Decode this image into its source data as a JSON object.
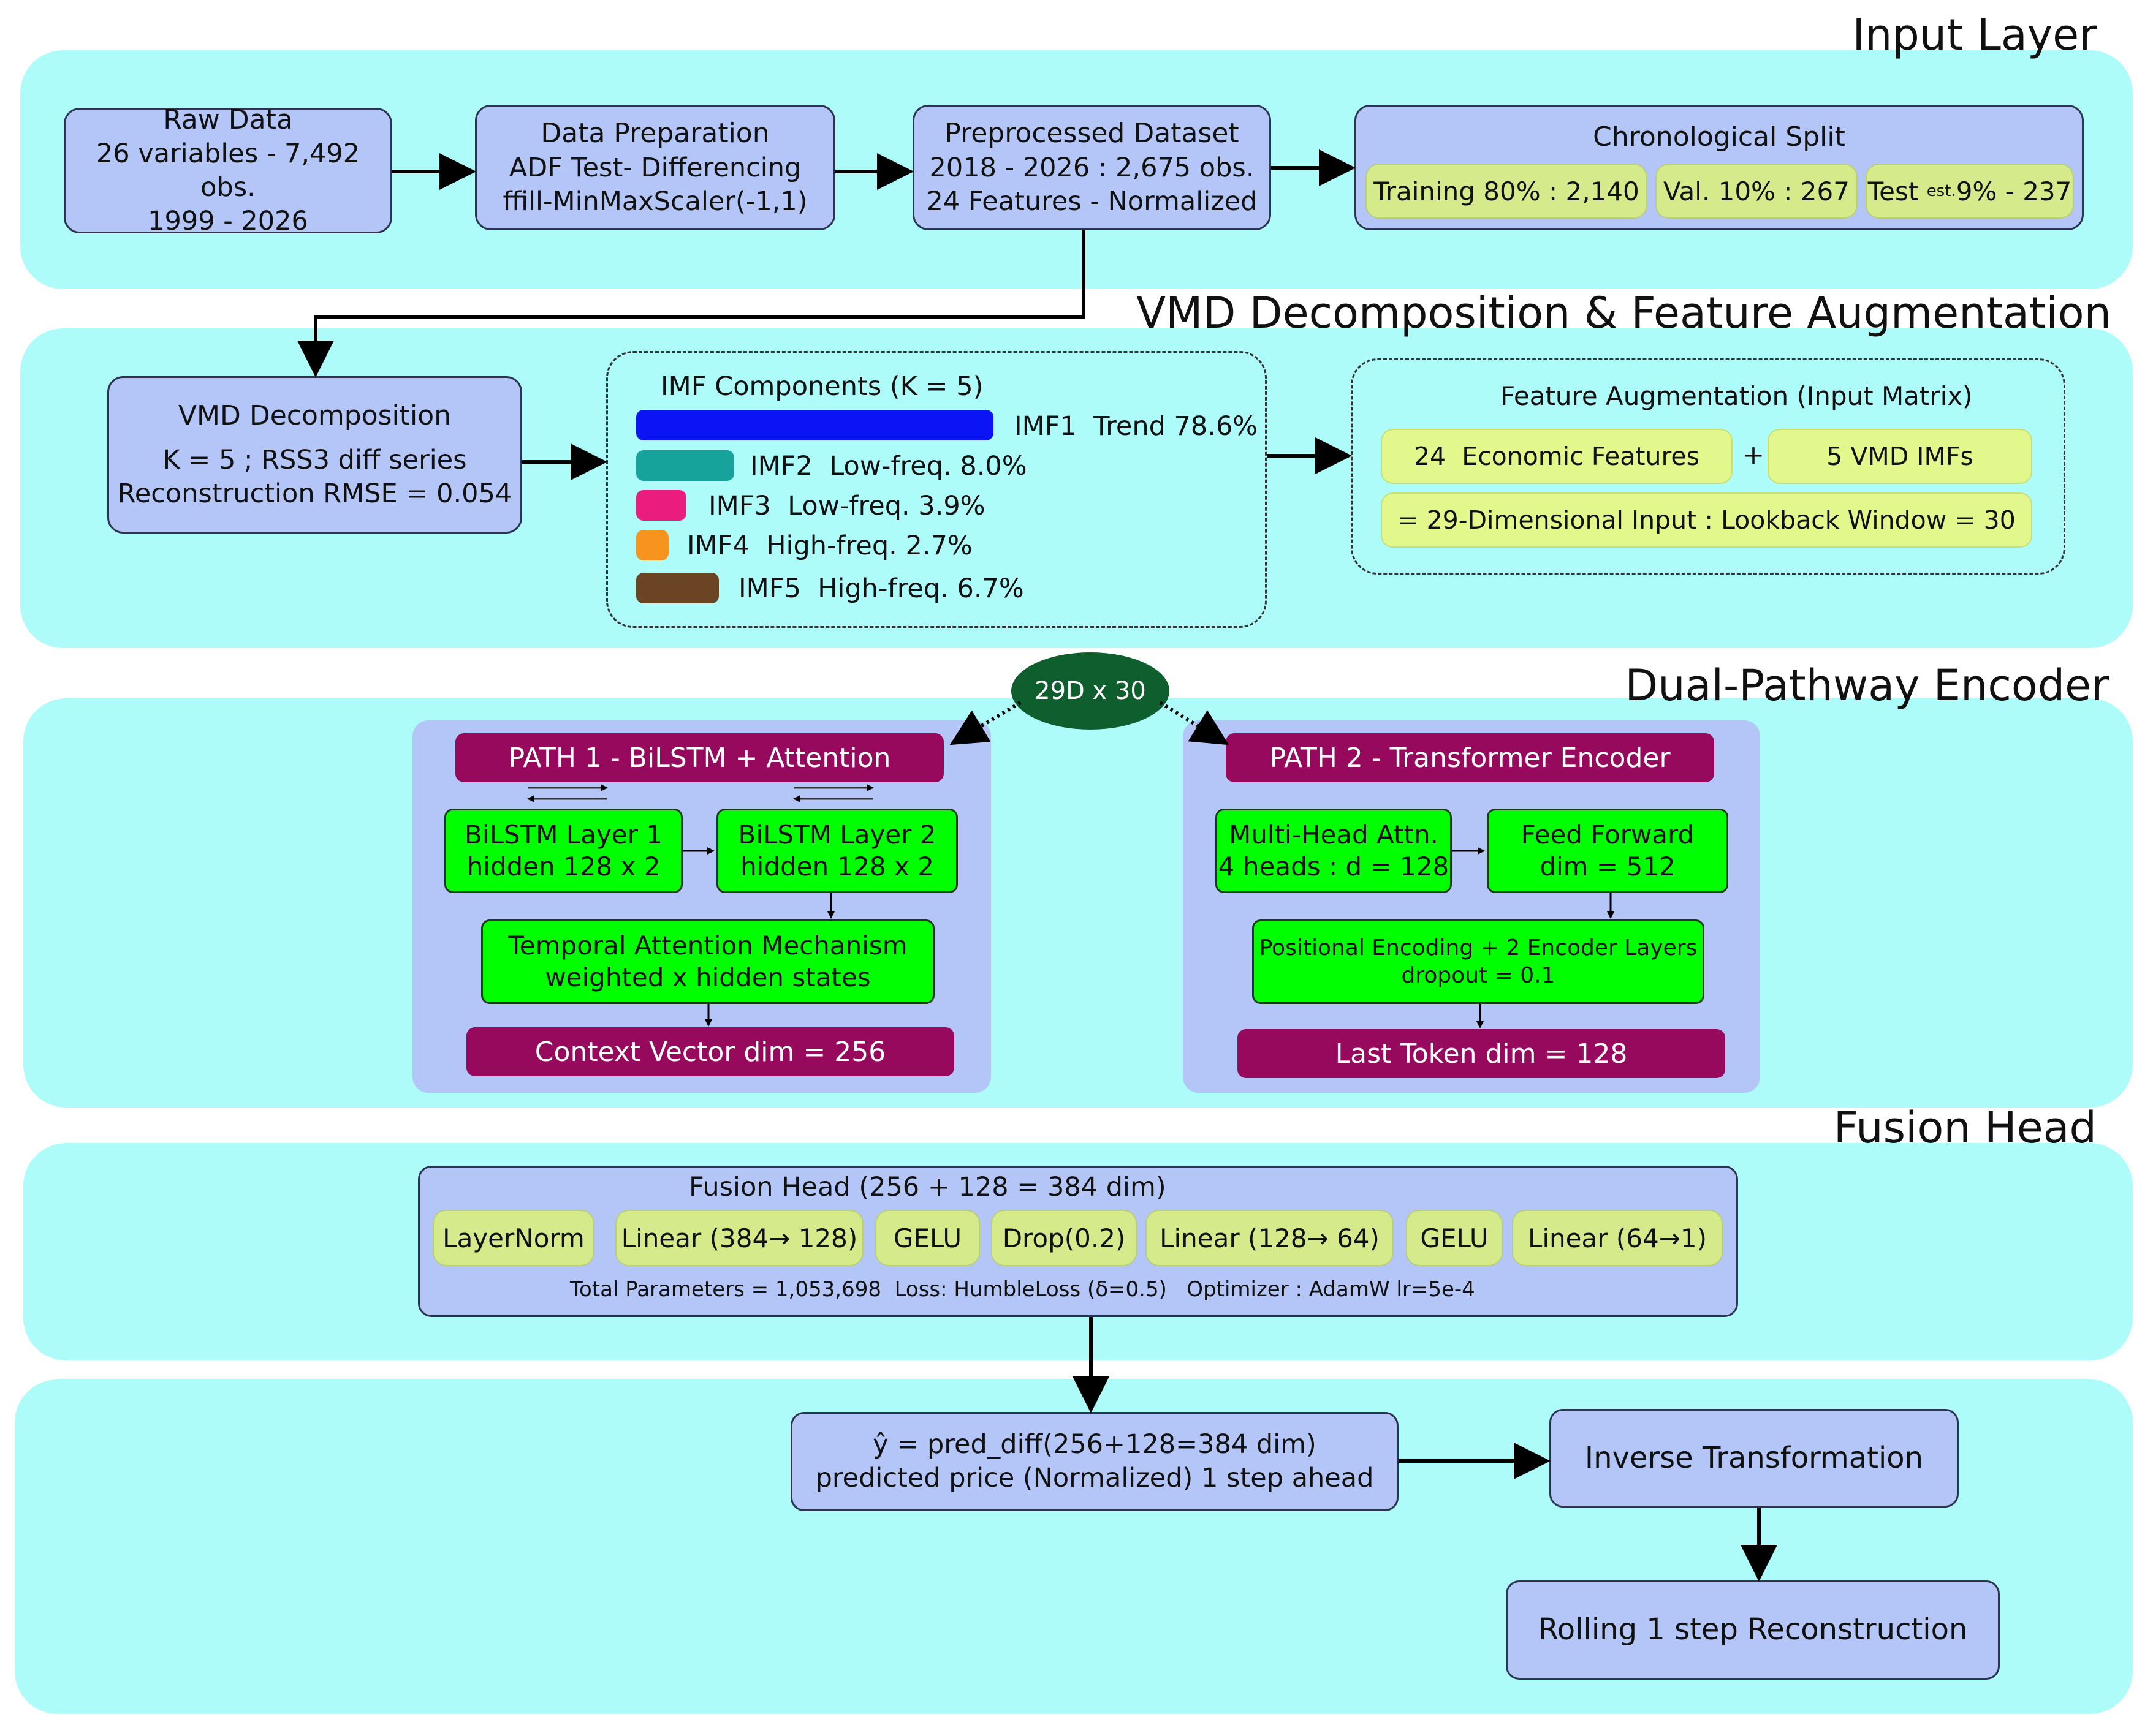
{
  "sections": {
    "input": "Input Layer",
    "vmd": "VMD Decomposition & Feature Augmentation",
    "encoder": "Dual-Pathway Encoder",
    "fusion": "Fusion Head"
  },
  "input_layer": {
    "raw_data": {
      "title": "Raw Data",
      "line1": "26 variables - 7,492 obs.",
      "line2": "1999 - 2026"
    },
    "data_prep": {
      "title": "Data Preparation",
      "line1": "ADF Test- Differencing",
      "line2": "ffill-MinMaxScaler(-1,1)"
    },
    "preprocessed": {
      "title": "Preprocessed Dataset",
      "line1": "2018 - 2026 : 2,675 obs.",
      "line2": "24 Features - Normalized"
    },
    "split": {
      "title": "Chronological Split",
      "training": "Training 80% : 2,140",
      "val": "Val. 10% : 267",
      "test_prefix": "Test ",
      "test_sub": "est.",
      "test_suffix": "9% - 237"
    }
  },
  "vmd_layer": {
    "decomposition": {
      "title": "VMD Decomposition",
      "line1": "K = 5 ; RSS3 diff series",
      "line2": "Reconstruction RMSE = 0.054"
    },
    "imf_title": "IMF Components (K = 5)",
    "imfs": [
      {
        "label": "IMF1  Trend 78.6%",
        "color": "#0a14f5"
      },
      {
        "label": "IMF2  Low-freq. 8.0%",
        "color": "#16a39b"
      },
      {
        "label": "IMF3  Low-freq. 3.9%",
        "color": "#ea1c7d"
      },
      {
        "label": "IMF4  High-freq. 2.7%",
        "color": "#f7941d"
      },
      {
        "label": "IMF5  High-freq. 6.7%",
        "color": "#6b4423"
      }
    ],
    "augmentation": {
      "title": "Feature Augmentation (Input Matrix)",
      "econ": "24  Economic Features",
      "plus": "+",
      "vmd": "5 VMD IMFs",
      "result": "= 29-Dimensional Input : Lookback Window = 30"
    }
  },
  "encoder_layer": {
    "input_node": "29D x 30",
    "path1": {
      "header": "PATH 1 - BiLSTM + Attention",
      "bilstm1": {
        "line1": "BiLSTM Layer 1",
        "line2": "hidden 128 x 2"
      },
      "bilstm2": {
        "line1": "BiLSTM Layer 2",
        "line2": "hidden 128 x 2"
      },
      "attention": {
        "line1": "Temporal Attention Mechanism",
        "line2": "weighted x hidden states"
      },
      "output": "Context Vector dim = 256"
    },
    "path2": {
      "header": "PATH 2 - Transformer Encoder",
      "mha": {
        "line1": "Multi-Head Attn.",
        "line2": "4 heads : d = 128"
      },
      "ff": {
        "line1": "Feed Forward",
        "line2": "dim = 512"
      },
      "pos": {
        "line1": "Positional Encoding + 2 Encoder Layers",
        "line2": "dropout = 0.1"
      },
      "output": "Last Token dim = 128"
    }
  },
  "fusion_layer": {
    "title": "Fusion Head (256 + 128 = 384 dim)",
    "ops": [
      "LayerNorm",
      "Linear (384→ 128)",
      "GELU",
      "Drop(0.2)",
      "Linear (128→ 64)",
      "GELU",
      "Linear (64→1)"
    ],
    "footer": "Total Parameters = 1,053,698  Loss: HumbleLoss (δ=0.5)   Optimizer : AdamW lr=5e-4"
  },
  "output_layer": {
    "prediction": {
      "line1": "ŷ = pred_diff(256+128=384 dim)",
      "line2": "predicted price (Normalized) 1 step ahead"
    },
    "inverse": "Inverse Transformation",
    "rolling": "Rolling 1 step Reconstruction"
  }
}
